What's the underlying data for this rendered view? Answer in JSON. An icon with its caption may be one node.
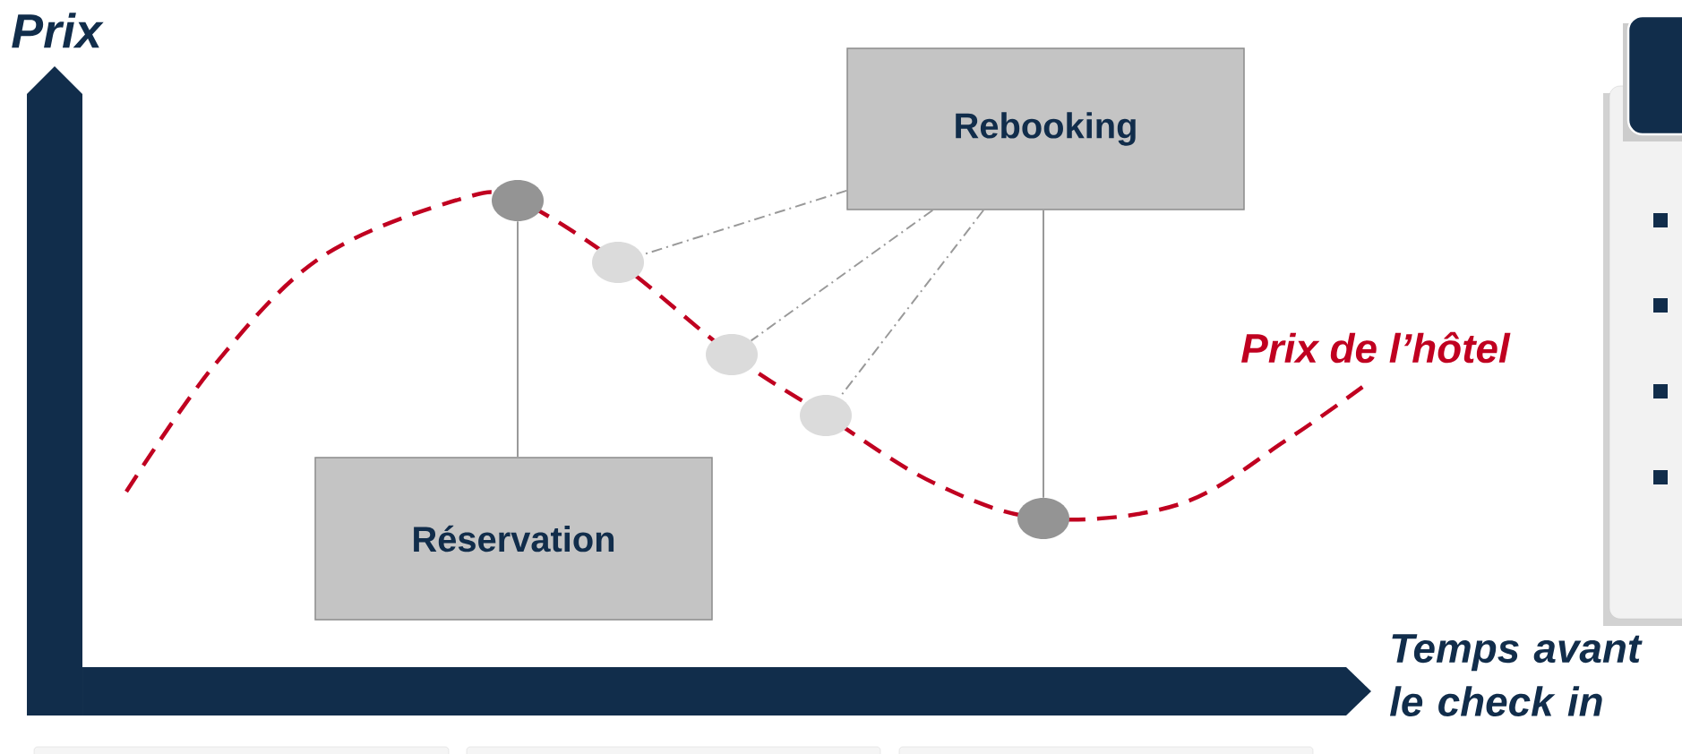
{
  "diagram": {
    "nodes": [
      {
        "text": [
          "Rebooking"
        ]
      },
      {
        "text": [
          "Réservation"
        ]
      },
      {
        "text": [],
        "shape": "circle"
      },
      {
        "text": [],
        "shape": "circle"
      },
      {
        "text": [],
        "shape": "circle"
      },
      {
        "text": [],
        "shape": "circle"
      },
      {
        "text": [],
        "shape": "circle"
      }
    ],
    "edges": [
      {
        "from": 1,
        "to": 2,
        "arrow": "none"
      },
      {
        "from": 0,
        "to": 3,
        "arrow": "none",
        "style": "dashed"
      },
      {
        "from": 0,
        "to": 4,
        "arrow": "none",
        "style": "dashed"
      },
      {
        "from": 0,
        "to": 5,
        "arrow": "none",
        "style": "dashed"
      },
      {
        "from": 0,
        "to": 6,
        "arrow": "none"
      }
    ],
    "labels": [
      "Prix",
      "Prix de l’hôtel",
      "Temps avant le check in"
    ]
  }
}
